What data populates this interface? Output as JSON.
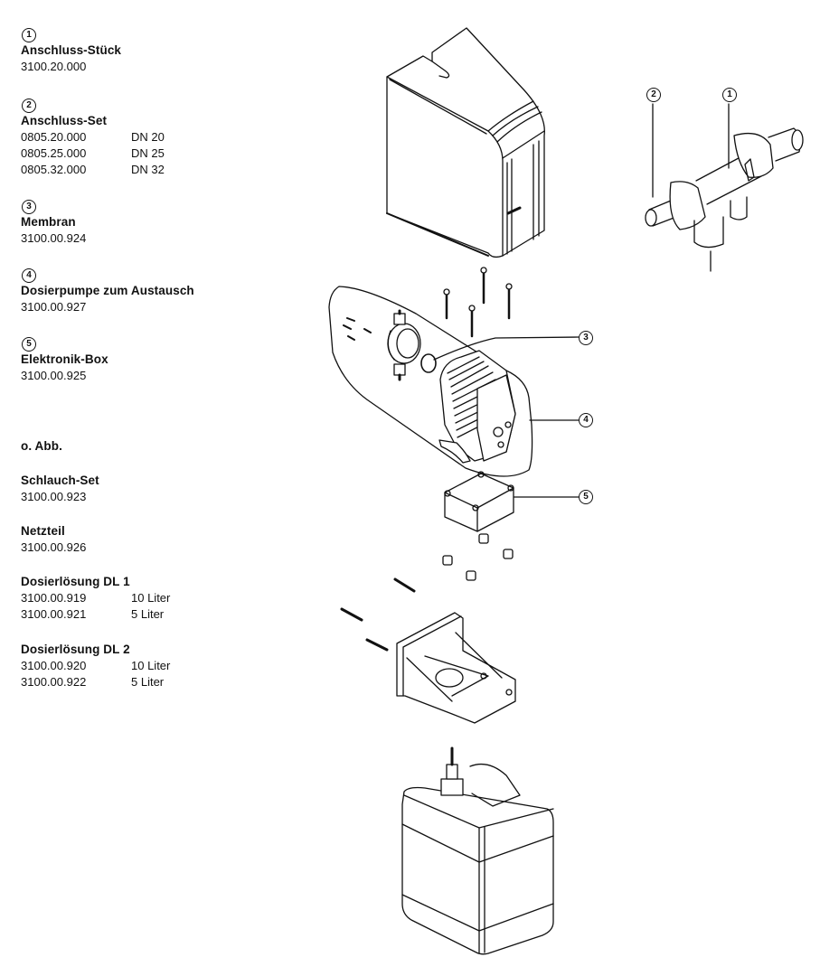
{
  "parts": [
    {
      "marker": "1",
      "title": "Anschluss-Stück",
      "rows": [
        {
          "number": "3100.20.000",
          "spec": ""
        }
      ]
    },
    {
      "marker": "2",
      "title": "Anschluss-Set",
      "rows": [
        {
          "number": "0805.20.000",
          "spec": "DN 20"
        },
        {
          "number": "0805.25.000",
          "spec": "DN 25"
        },
        {
          "number": "0805.32.000",
          "spec": "DN 32"
        }
      ]
    },
    {
      "marker": "3",
      "title": "Membran",
      "rows": [
        {
          "number": "3100.00.924",
          "spec": ""
        }
      ]
    },
    {
      "marker": "4",
      "title": "Dosierpumpe zum Austausch",
      "rows": [
        {
          "number": "3100.00.927",
          "spec": ""
        }
      ]
    },
    {
      "marker": "5",
      "title": "Elektronik-Box",
      "rows": [
        {
          "number": "3100.00.925",
          "spec": ""
        }
      ]
    }
  ],
  "not_shown_heading": "o. Abb.",
  "extras": [
    {
      "title": "Schlauch-Set",
      "rows": [
        {
          "number": "3100.00.923",
          "spec": ""
        }
      ]
    },
    {
      "title": "Netzteil",
      "rows": [
        {
          "number": "3100.00.926",
          "spec": ""
        }
      ]
    },
    {
      "title": "Dosierlösung DL 1",
      "rows": [
        {
          "number": "3100.00.919",
          "spec": "10 Liter"
        },
        {
          "number": "3100.00.921",
          "spec": "5 Liter"
        }
      ]
    },
    {
      "title": "Dosierlösung DL 2",
      "rows": [
        {
          "number": "3100.00.920",
          "spec": "10 Liter"
        },
        {
          "number": "3100.00.922",
          "spec": "5 Liter"
        }
      ]
    }
  ],
  "callouts": {
    "c1": "1",
    "c2": "2",
    "c3": "3",
    "c4": "4",
    "c5": "5"
  }
}
